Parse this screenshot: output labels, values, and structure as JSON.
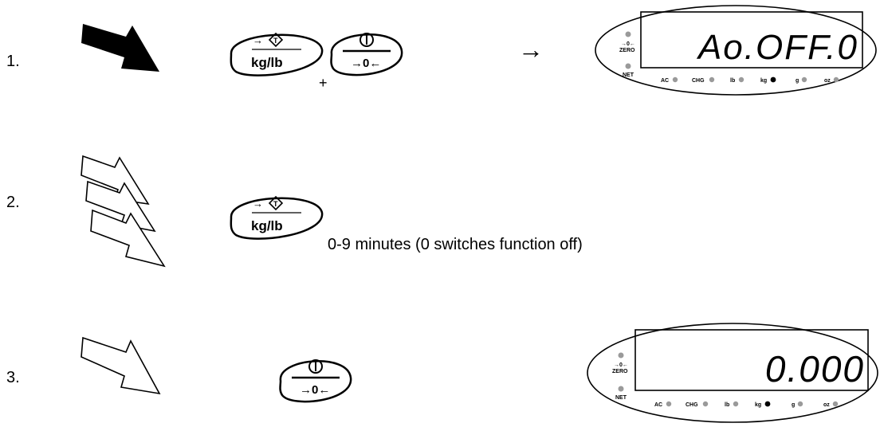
{
  "steps": [
    {
      "number": "1.",
      "arrow": "solid-pressed-arrow",
      "buttons": [
        "tare-kglb-button-icon",
        "power-zero-button-icon"
      ],
      "combine_symbol": "+",
      "result_arrow": "→",
      "display": {
        "reading": "Ao.OFF.0",
        "active_unit": "kg"
      }
    },
    {
      "number": "2.",
      "arrow": "repeated-press-arrows",
      "buttons": [
        "tare-kglb-button-icon"
      ],
      "caption": "0-9 minutes (0 switches function off)"
    },
    {
      "number": "3.",
      "arrow": "outline-press-arrow",
      "buttons": [
        "power-zero-button-icon"
      ],
      "display": {
        "reading": "0.000",
        "active_unit": "kg"
      }
    }
  ],
  "buttons": {
    "tare_label": "kg/lb"
  },
  "display_labels": {
    "zero": "ZERO",
    "zero_symbol": "→0←",
    "net": "NET",
    "indicators": [
      "AC",
      "CHG",
      "lb",
      "kg",
      "g",
      "oz"
    ]
  },
  "colors": {
    "led_off": "#9a9a9a",
    "led_on": "#000000",
    "ink": "#000000"
  }
}
